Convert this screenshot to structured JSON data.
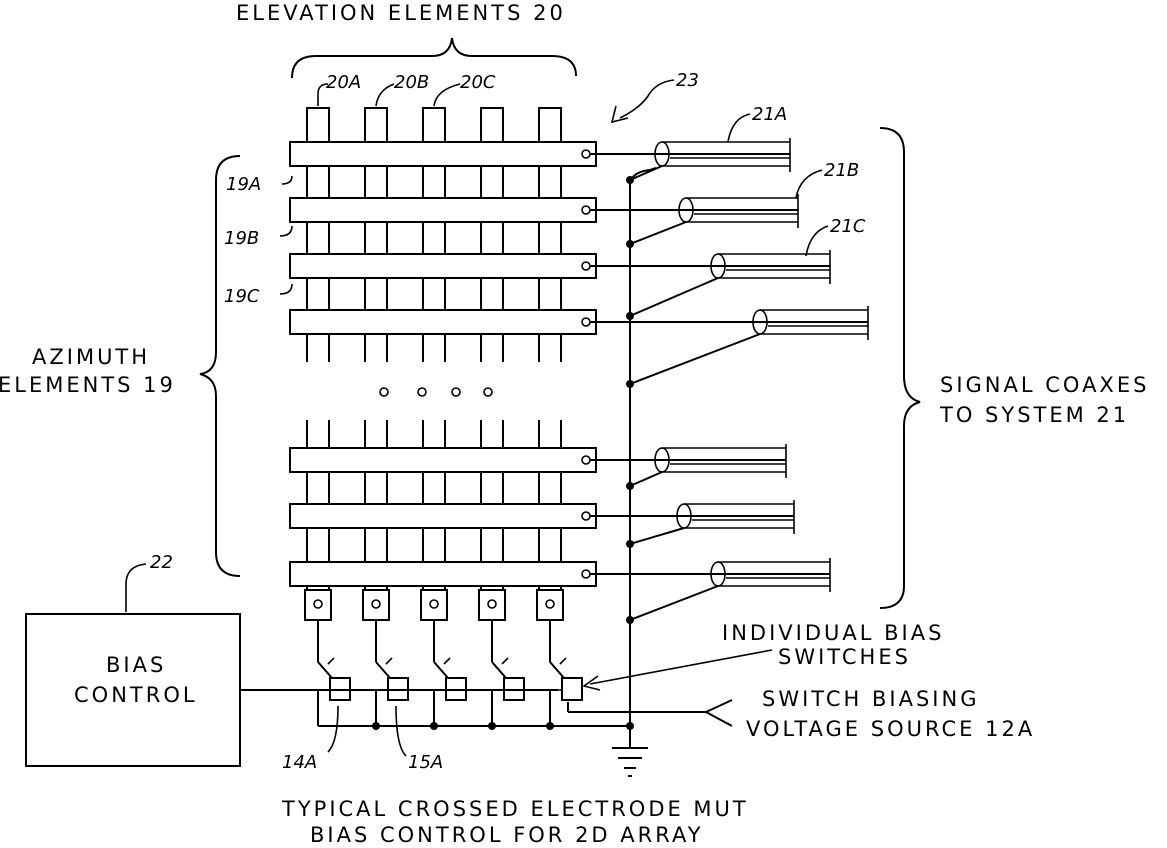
{
  "labels": {
    "elevation_title": "ELEVATION ELEMENTS 20",
    "ref_20a": "20A",
    "ref_20b": "20B",
    "ref_20c": "20C",
    "ref_23": "23",
    "ref_21a": "21A",
    "ref_21b": "21B",
    "ref_21c": "21C",
    "ref_19a": "19A",
    "ref_19b": "19B",
    "ref_19c": "19C",
    "azimuth_line1": "AZIMUTH",
    "azimuth_line2": "ELEMENTS 19",
    "signal_line1": "SIGNAL COAXES",
    "signal_line2": "TO SYSTEM 21",
    "ref_22": "22",
    "bias_line1": "BIAS",
    "bias_line2": "CONTROL",
    "switches_line1": "INDIVIDUAL BIAS",
    "switches_line2": "SWITCHES",
    "source_line1": "SWITCH BIASING",
    "source_line2": "VOLTAGE SOURCE 12A",
    "ref_14a": "14A",
    "ref_15a": "15A",
    "caption_line1": "TYPICAL CROSSED ELECTRODE MUT",
    "caption_line2": "BIAS CONTROL FOR 2D ARRAY"
  }
}
